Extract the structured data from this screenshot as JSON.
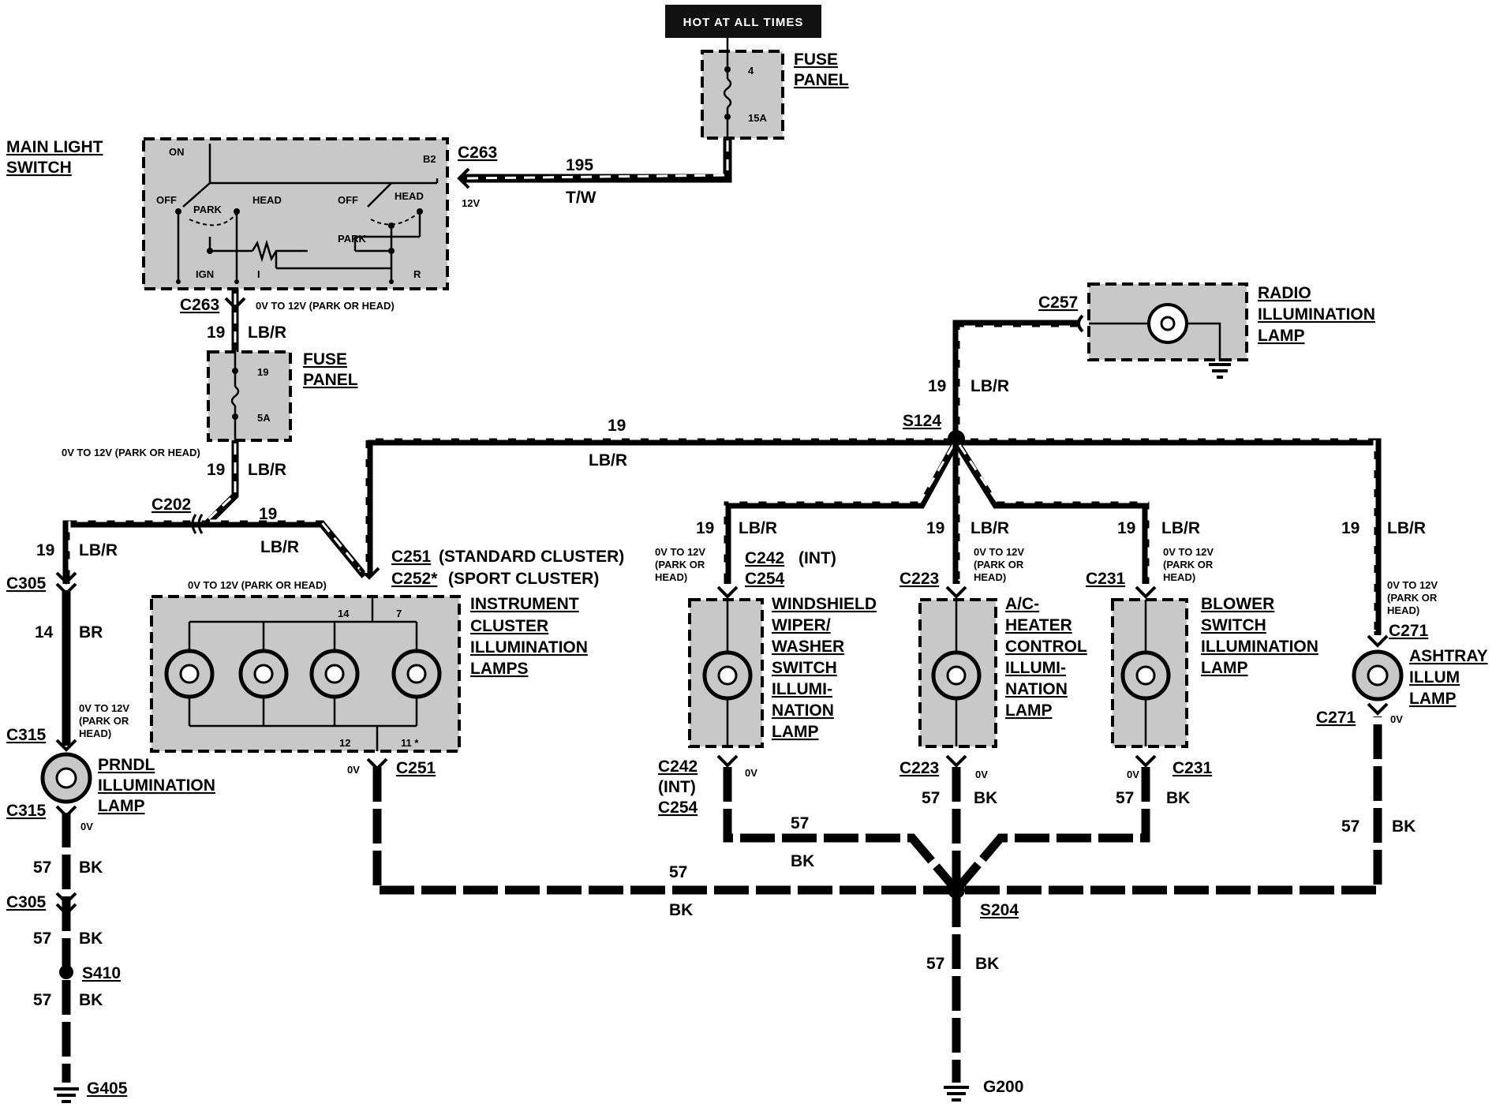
{
  "header": {
    "hot_label": "HOT AT ALL TIMES"
  },
  "fuse_top": {
    "title1": "FUSE",
    "title2": "PANEL",
    "num": "4",
    "amp": "15A"
  },
  "main_switch": {
    "title1": "MAIN LIGHT",
    "title2": "SWITCH",
    "on": "ON",
    "off": "OFF",
    "park": "PARK",
    "head": "HEAD",
    "b2": "B2",
    "ign": "IGN",
    "i": "I",
    "r": "R"
  },
  "wire195": {
    "conn": "C263",
    "volt": "12V",
    "num": "195",
    "color": "T/W"
  },
  "fuse_mid": {
    "title1": "FUSE",
    "title2": "PANEL",
    "num": "19",
    "amp": "5A"
  },
  "left": {
    "c263": "C263",
    "volt_top": "0V TO 12V (PARK OR HEAD)",
    "w19": "19",
    "lbr": "LB/R",
    "volt_mid": "0V TO 12V (PARK OR HEAD)",
    "w19b": "19",
    "lbr_b": "LB/R",
    "c202": "C202",
    "w19c": "19",
    "lbr_c": "LB/R",
    "w19d": "19",
    "lbr_d": "LB/R",
    "c305": "C305",
    "w14": "14",
    "br": "BR",
    "volt_prndl1": "0V TO 12V",
    "volt_prndl2": "(PARK OR",
    "volt_prndl3": "HEAD)",
    "c315": "C315",
    "c315b": "C315",
    "zv": "0V",
    "prndl1": "PRNDL",
    "prndl2": "ILLUMINATION",
    "prndl3": "LAMP",
    "w57": "57",
    "bk": "BK",
    "c305b": "C305",
    "w57b": "57",
    "bk_b": "BK",
    "s410": "S410",
    "w57c": "57",
    "bk_c": "BK",
    "g405": "G405"
  },
  "cluster": {
    "c251a": "C251",
    "std": "(STANDARD CLUSTER)",
    "c252": "C252*",
    "sport": "(SPORT CLUSTER)",
    "volt": "0V TO 12V (PARK OR HEAD)",
    "p14": "14",
    "p7": "7",
    "p12": "12",
    "p11": "11 *",
    "t1": "INSTRUMENT",
    "t2": "CLUSTER",
    "t3": "ILLUMINATION",
    "t4": "LAMPS",
    "zv": "0V",
    "c251b": "C251"
  },
  "top_bus": {
    "w19": "19",
    "lbr": "LB/R"
  },
  "radio": {
    "c257": "C257",
    "w19": "19",
    "lbr": "LB/R",
    "s124": "S124",
    "t1": "RADIO",
    "t2": "ILLUMINATION",
    "t3": "LAMP"
  },
  "wiper": {
    "w19": "19",
    "lbr": "LB/R",
    "v1": "0V TO 12V",
    "v2": "(PARK OR",
    "v3": "HEAD)",
    "c242": "C242",
    "int": "(INT)",
    "c254": "C254",
    "t1": "WINDSHIELD",
    "t2": "WIPER/",
    "t3": "WASHER",
    "t4": "SWITCH",
    "t5": "ILLUMI-",
    "t6": "NATION",
    "t7": "LAMP",
    "c242b": "C242",
    "intb": "(INT)",
    "c254b": "C254",
    "zv": "0V"
  },
  "ac": {
    "w19": "19",
    "lbr": "LB/R",
    "c223": "C223",
    "v1": "0V TO 12V",
    "v2": "(PARK OR",
    "v3": "HEAD)",
    "t1": "A/C-",
    "t2": "HEATER",
    "t3": "CONTROL",
    "t4": "ILLUMI-",
    "t5": "NATION",
    "t6": "LAMP",
    "c223b": "C223",
    "zv": "0V",
    "w57": "57",
    "bk": "BK"
  },
  "blower": {
    "w19": "19",
    "lbr": "LB/R",
    "c231": "C231",
    "v1": "0V TO 12V",
    "v2": "(PARK OR",
    "v3": "HEAD)",
    "t1": "BLOWER",
    "t2": "SWITCH",
    "t3": "ILLUMINATION",
    "t4": "LAMP",
    "c231b": "C231",
    "zv": "0V",
    "w57": "57",
    "bk": "BK"
  },
  "ashtray": {
    "w19": "19",
    "lbr": "LB/R",
    "v1": "0V TO 12V",
    "v2": "(PARK OR",
    "v3": "HEAD)",
    "c271": "C271",
    "t1": "ASHTRAY",
    "t2": "ILLUM",
    "t3": "LAMP",
    "c271b": "C271",
    "zv": "0V",
    "w57": "57",
    "bk": "BK"
  },
  "ground": {
    "w57a": "57",
    "bk_a": "BK",
    "w57b": "57",
    "bk_b": "BK",
    "s204": "S204",
    "w57c": "57",
    "bk_c": "BK",
    "g200": "G200"
  }
}
